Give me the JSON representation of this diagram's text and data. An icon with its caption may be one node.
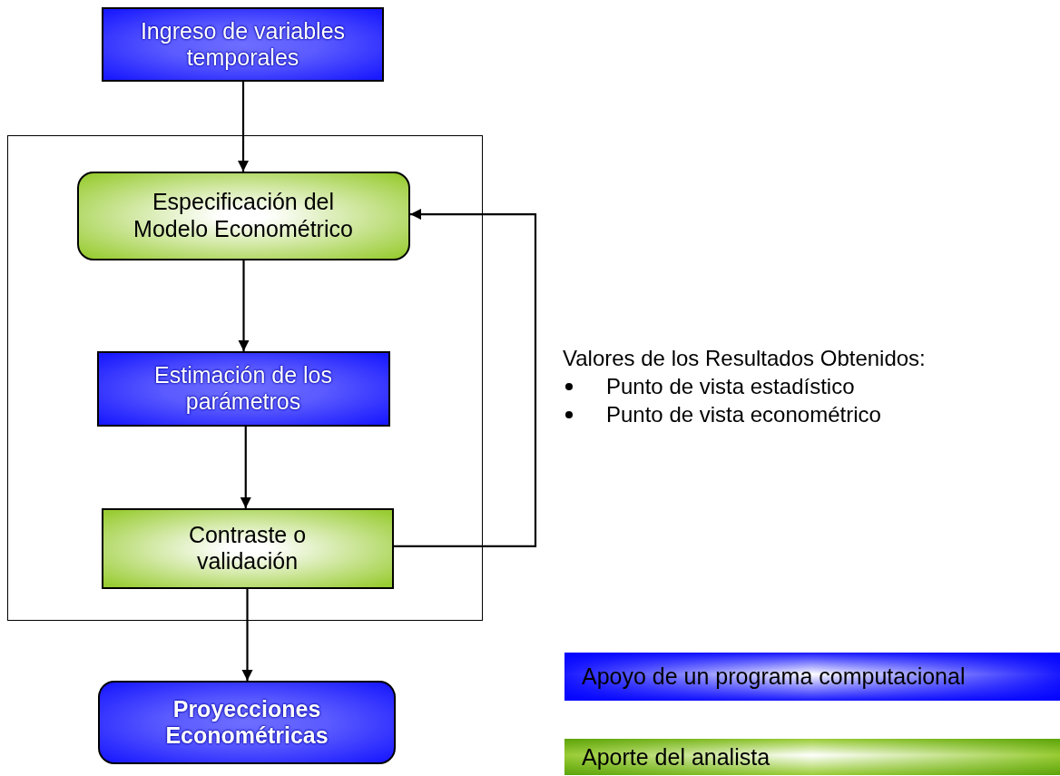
{
  "diagram": {
    "nodes": [
      {
        "text": [
          "Ingreso de variables temporales"
        ]
      },
      {
        "text": [],
        "shape": "box"
      },
      {
        "text": [
          "Especificación del Modelo Econométrico"
        ],
        "in": 1
      },
      {
        "text": [
          "Estimación de los parámetros"
        ],
        "in": 1
      },
      {
        "text": [
          "Contraste o validación"
        ],
        "in": 1
      },
      {
        "text": [
          "Proyecciones Econométricas"
        ]
      }
    ],
    "edges": [
      {
        "from": 0,
        "to": 2,
        "arrow": "to"
      },
      {
        "from": 2,
        "to": 3,
        "arrow": "to"
      },
      {
        "from": 3,
        "to": 4,
        "arrow": "to"
      },
      {
        "from": 4,
        "to": 2,
        "arrow": "to"
      },
      {
        "from": 4,
        "to": 5,
        "arrow": "to"
      }
    ],
    "labels": [
      "Valores de los Resultados Obtenidos:",
      "Punto de vista estadístico",
      "Punto de vista econométrico"
    ],
    "legend": [
      {
        "text": "Apoyo de un programa computacional",
        "color": "#1a1aff"
      },
      {
        "text": "Aporte del analista",
        "color": "#99cc33"
      }
    ]
  }
}
